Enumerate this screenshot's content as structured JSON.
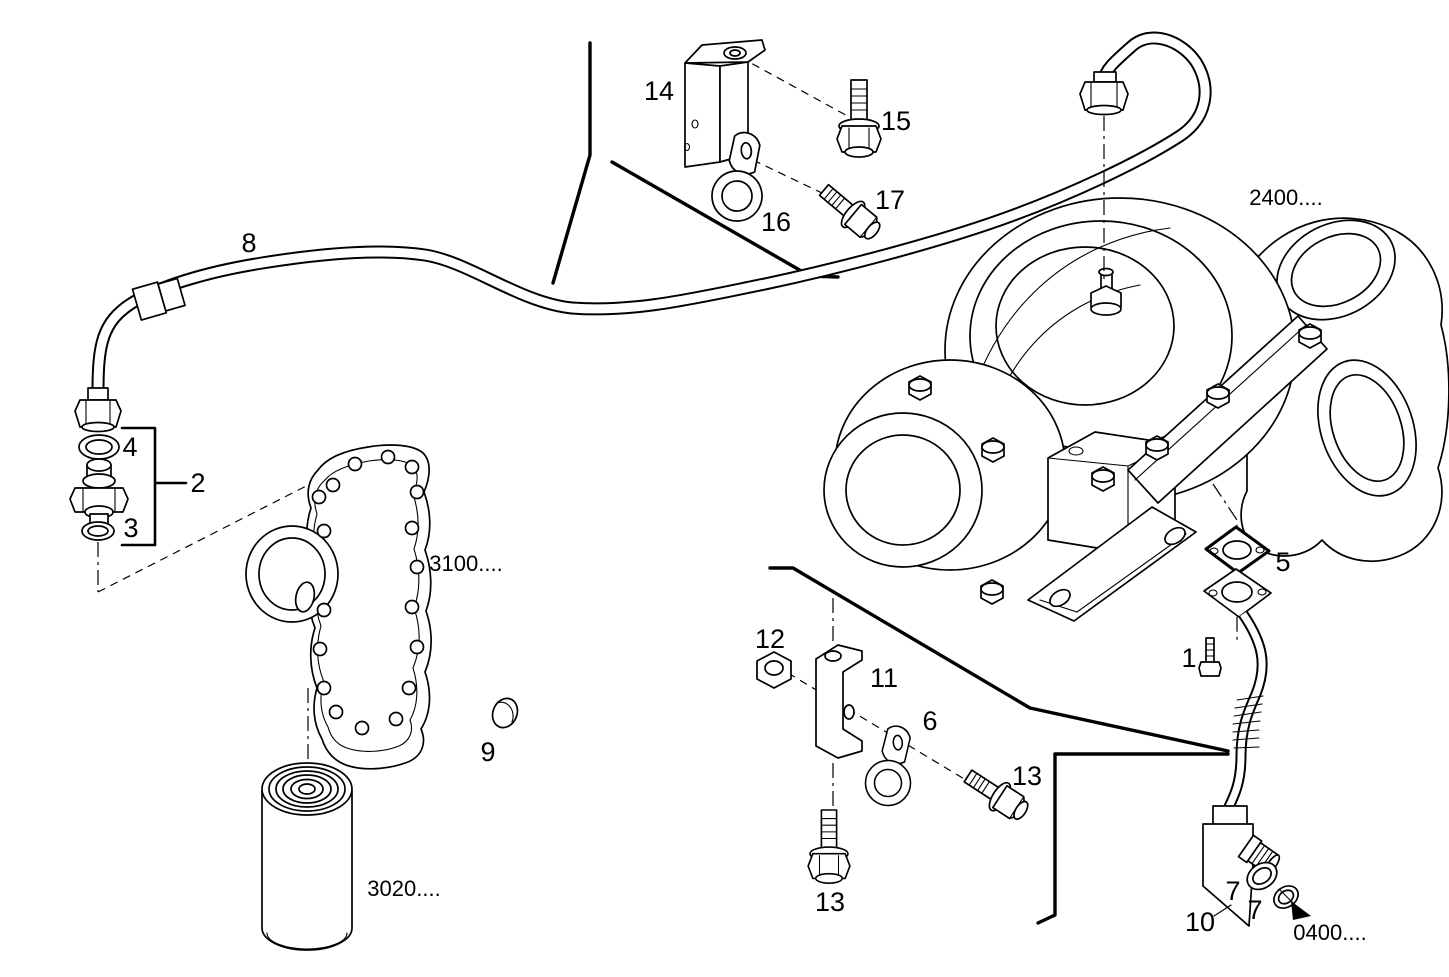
{
  "diagram": {
    "background_color": "#ffffff",
    "line_color": "#000000",
    "callouts": [
      {
        "ref": "14",
        "kind": "part-number"
      },
      {
        "ref": "15",
        "kind": "part-number"
      },
      {
        "ref": "16",
        "kind": "part-number"
      },
      {
        "ref": "17",
        "kind": "part-number"
      },
      {
        "ref": "8",
        "kind": "part-number"
      },
      {
        "ref": "2400....",
        "kind": "assembly-reference"
      },
      {
        "ref": "4",
        "kind": "part-number"
      },
      {
        "ref": "2",
        "kind": "part-number"
      },
      {
        "ref": "3",
        "kind": "part-number"
      },
      {
        "ref": "3100....",
        "kind": "assembly-reference"
      },
      {
        "ref": "9",
        "kind": "part-number"
      },
      {
        "ref": "3020....",
        "kind": "assembly-reference"
      },
      {
        "ref": "12",
        "kind": "part-number"
      },
      {
        "ref": "11",
        "kind": "part-number"
      },
      {
        "ref": "6",
        "kind": "part-number"
      },
      {
        "ref": "13",
        "kind": "part-number"
      },
      {
        "ref": "13",
        "kind": "part-number"
      },
      {
        "ref": "5",
        "kind": "part-number"
      },
      {
        "ref": "1",
        "kind": "part-number"
      },
      {
        "ref": "7",
        "kind": "part-number"
      },
      {
        "ref": "7",
        "kind": "part-number"
      },
      {
        "ref": "10",
        "kind": "part-number"
      },
      {
        "ref": "0400....",
        "kind": "assembly-reference"
      }
    ]
  }
}
